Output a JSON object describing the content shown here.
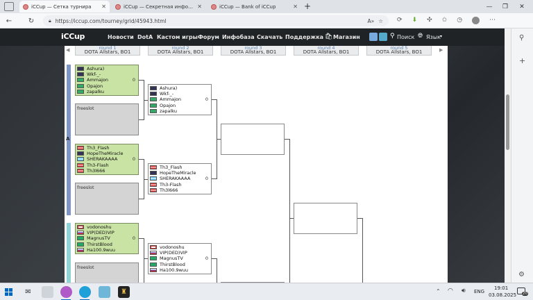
{
  "tabs": [
    {
      "title": "iCCup — Сетка турнира",
      "active": true
    },
    {
      "title": "iCCup — Секретная информация",
      "active": false
    },
    {
      "title": "iCCup — Bank of iCCup",
      "active": false
    }
  ],
  "address": {
    "url": "https://iccup.com/tourney/grid/45943.html",
    "zoom_icon": "A»"
  },
  "site": {
    "logo": "iCCup",
    "nav": [
      "Новости",
      "DotA",
      "Кастом игры",
      "Форум",
      "Инфобаза",
      "Скачать",
      "Поддержка",
      "Магазин"
    ],
    "search": "Поиск",
    "language": "Язык"
  },
  "rounds": [
    {
      "name": "round 1",
      "mode": "DOTA Allstars, BO1"
    },
    {
      "name": "round 2",
      "mode": "DOTA Allstars, BO1"
    },
    {
      "name": "round 3",
      "mode": "DOTA Allstars, BO1"
    },
    {
      "name": "round 4",
      "mode": "DOTA Allstars, BO1"
    },
    {
      "name": "round 5",
      "mode": "DOTA Allstars, BO1"
    }
  ],
  "group_label": "A",
  "teams": {
    "t1": {
      "players": [
        "Ashura)",
        "Wkf-_-",
        "Ammajon",
        "Opajon",
        "zapalku"
      ],
      "score": "0"
    },
    "t2": {
      "free": "freeslot"
    },
    "t3": {
      "players": [
        "Th3_Flash",
        "HopeTheMiracle",
        "SHERAKAAAA",
        "Th3-Flash",
        "Th3l666"
      ],
      "score": "0"
    },
    "t4": {
      "free": "freeslot"
    },
    "t5": {
      "players": [
        "vodonoshu",
        "VIP(DED)VIP",
        "MagnusTV",
        "ThirstBlood",
        "Ha100.9wuu"
      ],
      "score": "0"
    },
    "t6": {
      "free": "freeslot"
    }
  },
  "round2": {
    "m1": {
      "players": [
        "Ashura)",
        "Wkf-_-",
        "Ammajon",
        "Opajon",
        "zapalku"
      ],
      "score": "0"
    },
    "m2": {
      "players": [
        "Th3_Flash",
        "HopeTheMiracle",
        "SHERAKAAAA",
        "Th3-Flash",
        "Th3l666"
      ],
      "score": "0"
    },
    "m3": {
      "players": [
        "vodonoshu",
        "VIP(DED)VIP",
        "MagnusTV",
        "ThirstBlood",
        "Ha100.9wuu"
      ],
      "score": "0"
    }
  },
  "taskbar": {
    "lang": "ENG",
    "time": "19:01",
    "date": "03.08.2025",
    "notif": "20"
  },
  "colors": {
    "accent_blue": "#7d95c0",
    "accent_teal": "#8fd3d6",
    "green_cell": "#c9e3a4",
    "free_cell": "#d4d4d4"
  }
}
